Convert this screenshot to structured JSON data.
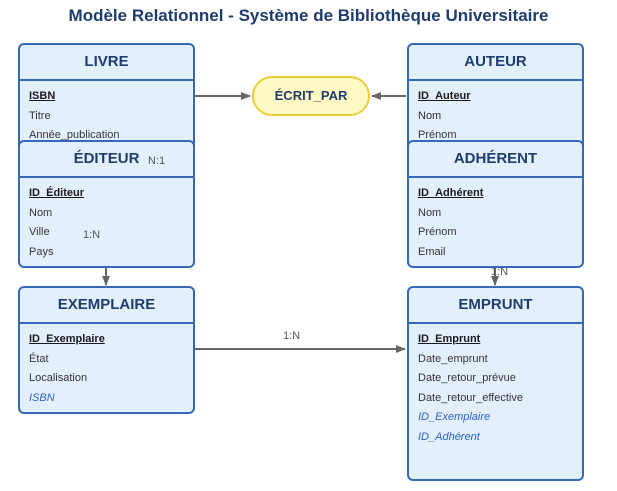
{
  "title": "Modèle Relationnel - Système de Bibliothèque Universitaire",
  "colors": {
    "entity_fill": "#e4effc",
    "entity_border": "#3569b8",
    "header_text": "#1f3c6e",
    "relation_fill": "#fff9c4",
    "relation_border": "#f0cc3a",
    "foreign_key_text": "#2a62c4",
    "link_line": "#666666"
  },
  "entities": {
    "livre": {
      "name": "LIVRE",
      "attributes": [
        {
          "label": "ISBN",
          "kind": "pk"
        },
        {
          "label": "Titre",
          "kind": "normal"
        },
        {
          "label": "Année_publication",
          "kind": "normal"
        }
      ]
    },
    "auteur": {
      "name": "AUTEUR",
      "attributes": [
        {
          "label": "ID_Auteur",
          "kind": "pk"
        },
        {
          "label": "Nom",
          "kind": "normal"
        },
        {
          "label": "Prénom",
          "kind": "normal"
        }
      ]
    },
    "editeur": {
      "name": "ÉDITEUR",
      "attributes": [
        {
          "label": "ID_Éditeur",
          "kind": "pk"
        },
        {
          "label": "Nom",
          "kind": "normal"
        },
        {
          "label": "Ville",
          "kind": "normal"
        },
        {
          "label": "Pays",
          "kind": "normal"
        }
      ]
    },
    "adherent": {
      "name": "ADHÉRENT",
      "attributes": [
        {
          "label": "ID_Adhérent",
          "kind": "pk"
        },
        {
          "label": "Nom",
          "kind": "normal"
        },
        {
          "label": "Prénom",
          "kind": "normal"
        },
        {
          "label": "Email",
          "kind": "normal"
        }
      ]
    },
    "exemplaire": {
      "name": "EXEMPLAIRE",
      "attributes": [
        {
          "label": "ID_Exemplaire",
          "kind": "pk"
        },
        {
          "label": "État",
          "kind": "normal"
        },
        {
          "label": "Localisation",
          "kind": "normal"
        },
        {
          "label": "ISBN",
          "kind": "fk"
        }
      ]
    },
    "emprunt": {
      "name": "EMPRUNT",
      "attributes": [
        {
          "label": "ID_Emprunt",
          "kind": "pk"
        },
        {
          "label": "Date_emprunt",
          "kind": "normal"
        },
        {
          "label": "Date_retour_prévue",
          "kind": "normal"
        },
        {
          "label": "Date_retour_effective",
          "kind": "normal"
        },
        {
          "label": "ID_Exemplaire",
          "kind": "fk"
        },
        {
          "label": "ID_Adhérent",
          "kind": "fk"
        }
      ]
    }
  },
  "relation": {
    "label": "ÉCRIT_PAR"
  },
  "cardinalities": {
    "editeur_livre": "N:1",
    "livre_exemplaire": "1:N",
    "adherent_emprunt": "1:N",
    "exemplaire_emprunt": "1:N"
  }
}
